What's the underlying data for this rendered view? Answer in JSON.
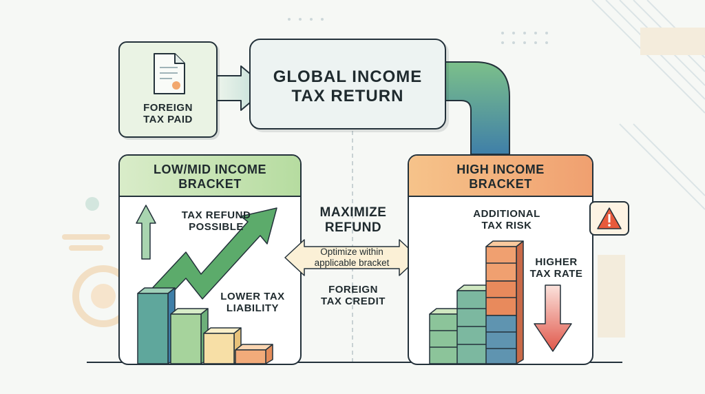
{
  "foreign_tax": {
    "label_line1": "FOREIGN",
    "label_line2": "TAX PAID",
    "icon": "document-icon"
  },
  "global_return": {
    "title_line1": "GLOBAL INCOME",
    "title_line2": "TAX RETURN"
  },
  "low_mid_bracket": {
    "title_line1": "LOW/MID INCOME",
    "title_line2": "BRACKET",
    "refund_line1": "TAX REFUND",
    "refund_line2": "POSSIBLE",
    "liability_line1": "LOWER TAX",
    "liability_line2": "LIABILITY",
    "header_color": "#b6dca0"
  },
  "center": {
    "maximize_line1": "MAXIMIZE",
    "maximize_line2": "REFUND",
    "optimize_line1": "Optimize within",
    "optimize_line2": "applicable bracket",
    "credit_line1": "FOREIGN",
    "credit_line2": "TAX CREDIT"
  },
  "high_bracket": {
    "title_line1": "HIGH INCOME",
    "title_line2": "BRACKET",
    "risk_line1": "ADDITIONAL",
    "risk_line2": "TAX RISK",
    "rate_line1": "HIGHER",
    "rate_line2": "TAX RATE",
    "header_color": "#f0a070",
    "warning_icon": "warning-triangle-icon"
  },
  "colors": {
    "green": "#7cc08a",
    "blue": "#3f7fa8",
    "orange": "#f0a070",
    "red": "#e0574a",
    "outline": "#23313a"
  }
}
